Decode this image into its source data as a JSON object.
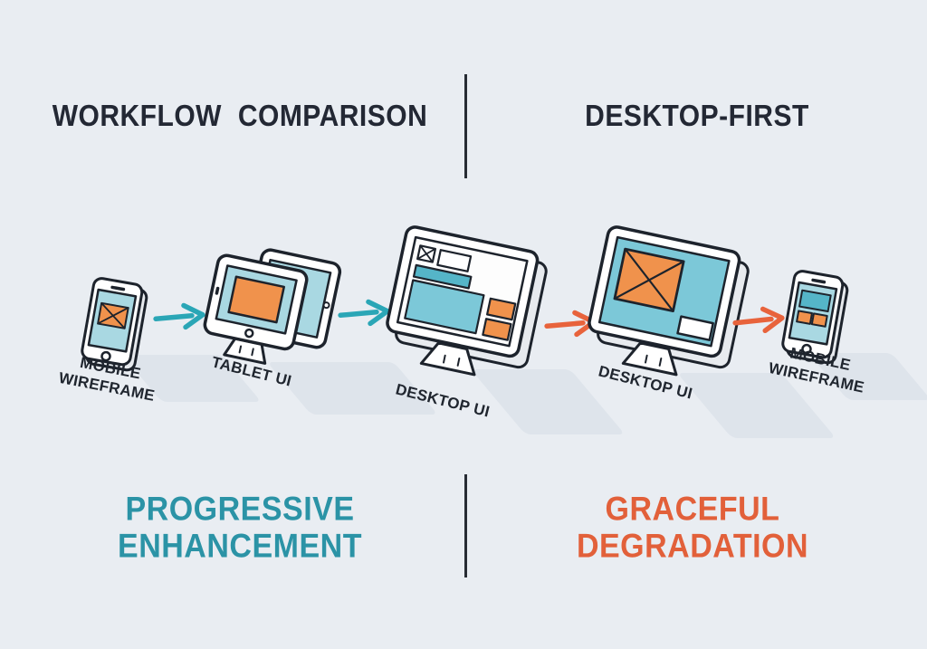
{
  "header": {
    "left_title": "WORKFLOW COMPARISON",
    "right_title": "DESKTOP-FIRST"
  },
  "left_flow": {
    "steps": [
      {
        "label": "MOBILE\nWIREFRAME",
        "icon": "mobile-wireframe-icon"
      },
      {
        "label": "TABLET UI",
        "icon": "tablet-ui-icon"
      },
      {
        "label": "DESKTOP UI",
        "icon": "desktop-ui-icon"
      }
    ],
    "arrow_icon": "arrow-right-icon",
    "arrow_color": "#2AA6B6",
    "caption": "PROGRESSIVE\nENHANCEMENT",
    "caption_color": "#2B93A6"
  },
  "right_flow": {
    "steps": [
      {
        "label": "DESKTOP UI",
        "icon": "desktop-ui-icon"
      },
      {
        "label": "MOBILE\nWIREFRAME",
        "icon": "mobile-wireframe-icon"
      }
    ],
    "arrow_icon": "arrow-right-icon",
    "arrow_color": "#E8633C",
    "caption": "GRACEFUL\nDEGRADATION",
    "caption_color": "#E2603A"
  },
  "colors": {
    "background": "#E9EDF2",
    "title_text": "#232834",
    "label_text": "#20262F",
    "outline": "#1D232C",
    "divider": "#272C34",
    "teal_arrow": "#2AA6B6",
    "orange_arrow": "#E8633C",
    "teal_screen": "#A9D8E2",
    "teal_mid": "#7CC8D8",
    "teal_bar": "#55B5C8",
    "orange_fill": "#F0924C",
    "progressive_text": "#2B93A6",
    "graceful_text": "#E2603A",
    "shadow": "#D9DFE8"
  }
}
